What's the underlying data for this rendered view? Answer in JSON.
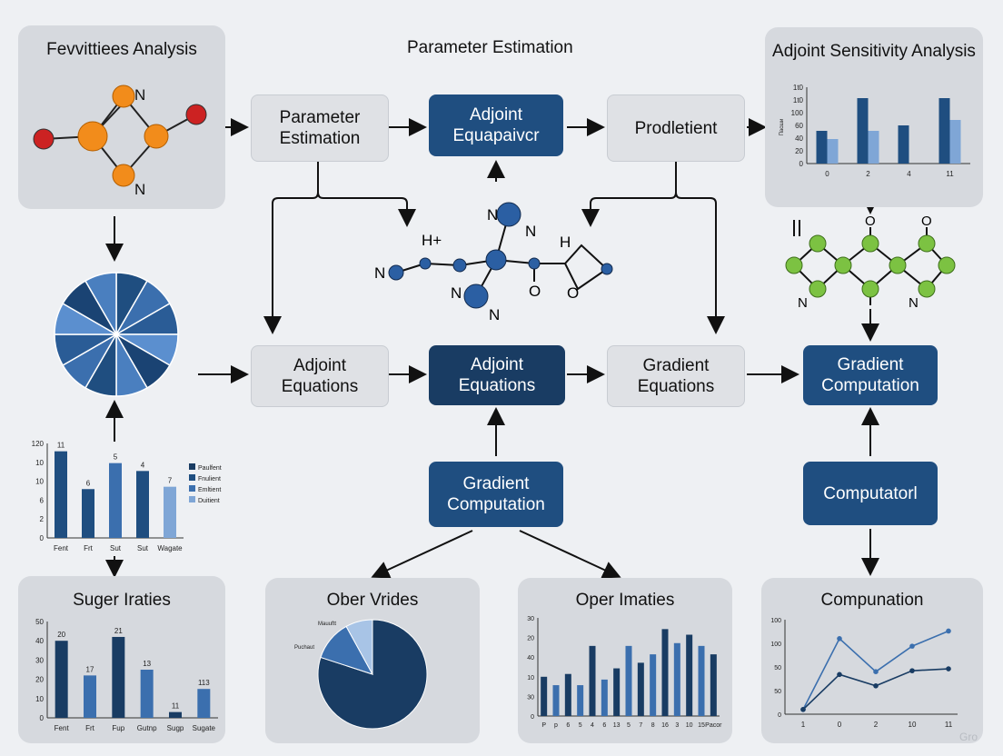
{
  "header": {
    "title": "Parameter Estimation"
  },
  "colors": {
    "navy": "#193c63",
    "blue": "#1f4e80",
    "mid": "#3b6fae",
    "light": "#7fa6d6",
    "orange": "#f28c1b",
    "red": "#cc2222",
    "green": "#7cc242"
  },
  "panels": {
    "top_left": {
      "title": "Fevvittiees Analysis",
      "atoms": [
        "N",
        "N"
      ]
    },
    "top_right": {
      "title": "Adjoint Sensitivity Analysis",
      "chart_data": {
        "type": "bar",
        "yticks": [
          "1t0",
          "1t0",
          "100",
          "60",
          "40",
          "20",
          "0"
        ],
        "ylabel": "Пасши",
        "categories": [
          "0",
          "2",
          "4",
          "11"
        ],
        "series": [
          {
            "values": [
              60,
              120,
              70,
              120
            ]
          },
          {
            "values": [
              45,
              60,
              null,
              80
            ]
          }
        ],
        "ylim": [
          0,
          140
        ]
      }
    },
    "bottom_left_1": {
      "title": "Suger Iraties",
      "chart_data": {
        "type": "bar",
        "yticks": [
          "50",
          "40",
          "30",
          "20",
          "10",
          "0"
        ],
        "categories": [
          "Fent",
          "Frt",
          "Fup",
          "Gutnp",
          "Sugp",
          "Sugate"
        ],
        "values": [
          40,
          22,
          42,
          25,
          3,
          15
        ],
        "data_labels": [
          "20",
          "17",
          "21",
          "13",
          "11",
          "113"
        ],
        "ylim": [
          0,
          50
        ]
      }
    },
    "bottom_mid_1": {
      "title": "Ober Vrides",
      "chart_data": {
        "type": "pie",
        "labels": [
          "Mauuftt",
          "Puchaut"
        ],
        "values": [
          80,
          12,
          8
        ]
      }
    },
    "bottom_mid_2": {
      "title": "Oper Imaties",
      "chart_data": {
        "type": "bar",
        "yticks": [
          "30",
          "20",
          "40",
          "10",
          "30",
          "0"
        ],
        "categories": [
          "P",
          "p",
          "6",
          "5",
          "4",
          "6",
          "13",
          "5",
          "7",
          "8",
          "16",
          "3",
          "10",
          "15",
          "Pacor"
        ],
        "values": [
          14,
          11,
          15,
          11,
          25,
          13,
          17,
          25,
          19,
          22,
          31,
          26,
          29,
          25,
          22
        ],
        "ylim": [
          0,
          35
        ]
      }
    },
    "bottom_right": {
      "title": "Compunation",
      "chart_data": {
        "type": "line",
        "yticks": [
          "100",
          "100",
          "50",
          "50",
          "0"
        ],
        "categories": [
          "1",
          "0",
          "2",
          "10",
          "11"
        ],
        "series": [
          {
            "values": [
              5,
              80,
              45,
              72,
              88
            ]
          },
          {
            "values": [
              5,
              42,
              30,
              46,
              48
            ]
          }
        ],
        "ylim": [
          0,
          100
        ]
      }
    }
  },
  "left_chart": {
    "chart_data": {
      "type": "bar",
      "yticks": [
        "120",
        "10",
        "10",
        "6",
        "2",
        "0"
      ],
      "categories": [
        "Fent",
        "Frt",
        "Sut",
        "Sut",
        "Wagate"
      ],
      "values": [
        11,
        6.2,
        9.5,
        8.5,
        6.5
      ],
      "data_labels": [
        "11",
        "6",
        "5",
        "4",
        "7"
      ],
      "legend": [
        "Paulfent",
        "Fnulient",
        "Emltient",
        "Duitient"
      ],
      "ylim": [
        0,
        12
      ]
    }
  },
  "pie_left": {
    "chart_data": {
      "type": "pie",
      "values": [
        1,
        1,
        1,
        1,
        1,
        1,
        1,
        1,
        1,
        1,
        1,
        1
      ]
    }
  },
  "boxes": {
    "param_est": "Parameter\nEstimation",
    "adjoint_equapaivcr": "Adjoint\nEquapaivcr",
    "prodletient": "Prodletient",
    "adjoint_eq_light": "Adjoint\nEquations",
    "adjoint_eq_dark": "Adjoint\nEquations",
    "gradient_eq": "Gradient\nEquations",
    "gradient_comp_right": "Gradient\nComputation",
    "gradient_comp_center": "Gradient\nComputation",
    "computatorl": "Computatorl"
  },
  "molecule_center": {
    "labels": [
      "N",
      "N",
      "H+",
      "N",
      "N",
      "N",
      "O",
      "H",
      "O"
    ]
  },
  "molecule_right": {
    "labels": [
      "O",
      "O",
      "O",
      "N",
      "N"
    ]
  },
  "watermark": "Gro"
}
